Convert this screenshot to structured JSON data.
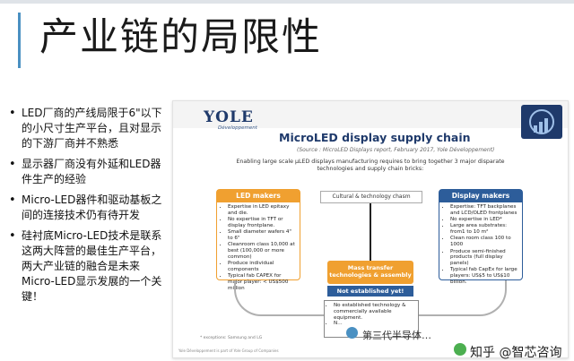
{
  "title": "产业链的局限性",
  "bullets": [
    "LED厂商的产线局限于6\"以下的小尺寸生产平台，且对显示的下游厂商并不熟悉",
    "显示器厂商没有外延和LED器件生产的经验",
    "Micro-LED器件和驱动基板之间的连接技术仍有待开发",
    "硅衬底Micro-LED技术是联系这两大阵营的最佳生产平台，两大产业链的融合是未来Micro-LED显示发展的一个关键！"
  ],
  "slide": {
    "logo": "YOLE",
    "logo_sub": "Développement",
    "title": "MicroLED display supply chain",
    "source": "(Source : MicroLED Displays report, February 2017, Yole Développement)",
    "intro": "Enabling large scale µLED displays manufacturing requires to bring together 3 major disparate technologies and supply chain bricks:",
    "led_makers": {
      "header": "LED makers",
      "items": [
        "Expertise in LED epitaxy and die.",
        "No expertise in TFT or display frontplane.",
        "Small diameter wafers 4\" to 6\"",
        "Cleanroom class 10,000 at best (100,000 or more common)",
        "Produce individual components",
        "Typical fab CAPEX for major player: < US$500 million"
      ]
    },
    "chasm": "Cultural & technology chasm",
    "display_makers": {
      "header": "Display makers",
      "items": [
        "Expertise: TFT backplanes and LCD/OLED frontplanes",
        "No expertise in LED*",
        "Large area substrates: from1 to 10 m²",
        "Clean room class 100 to 1000",
        "Produce semi-finished products (full display panels)",
        "Typical fab CapEx for large players: US$5 to US$10 billion."
      ]
    },
    "mass_transfer": "Mass transfer technologies & assembly",
    "not_established": "Not established yet!",
    "bottom_items": [
      "No established technology & commercially available equipment.",
      "N…"
    ],
    "footnote": "* exceptions: Samsung and LG",
    "footer": "Yole Développement is part of Yole Group of Companies"
  },
  "watermark": {
    "channel": "第三代半导体…",
    "handle": "知乎 @智芯咨询"
  },
  "colors": {
    "accent_orange": "#f0a030",
    "accent_blue": "#2d5d9a",
    "rule_blue": "#4a90c2"
  }
}
